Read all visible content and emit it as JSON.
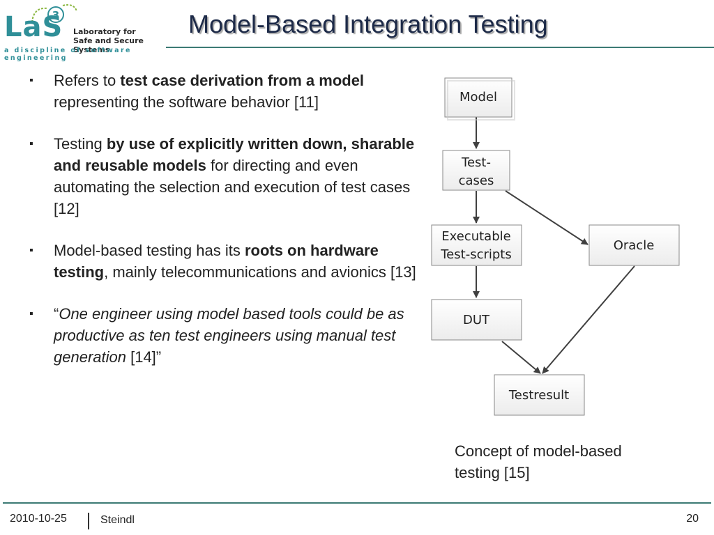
{
  "logo": {
    "las": "LaS",
    "superscript": "3",
    "lab_lines": [
      "Laboratory for",
      "Safe and Secure Systems"
    ],
    "tagline": "a discipline of software engineering"
  },
  "slide": {
    "title": "Model-Based Integration Testing"
  },
  "bullets": [
    {
      "segments": [
        {
          "text": "Refers to ",
          "style": "normal"
        },
        {
          "text": "test case derivation from a  model",
          "style": "bold"
        },
        {
          "text": " representing the software behavior [11]",
          "style": "normal"
        }
      ]
    },
    {
      "segments": [
        {
          "text": "Testing ",
          "style": "normal"
        },
        {
          "text": "by use of explicitly written down, sharable and reusable models",
          "style": "bold"
        },
        {
          "text": " for directing and even automating the selection and execution of test cases [12]",
          "style": "normal"
        }
      ]
    },
    {
      "segments": [
        {
          "text": "Model-based testing has its ",
          "style": "normal"
        },
        {
          "text": "roots on hardware testing",
          "style": "bold"
        },
        {
          "text": ", mainly telecommunications and avionics [13]",
          "style": "normal"
        }
      ]
    },
    {
      "segments": [
        {
          "text": "“",
          "style": "normal"
        },
        {
          "text": "One engineer using model based tools could be as productive as ten test engineers using manual test generation",
          "style": "italic"
        },
        {
          "text": " [14]”",
          "style": "normal"
        }
      ]
    }
  ],
  "diagram": {
    "nodes": {
      "model": "Model",
      "testcases": [
        "Test-",
        "cases"
      ],
      "scripts": [
        "Executable",
        "Test-scripts"
      ],
      "oracle": "Oracle",
      "dut": "DUT",
      "testresult": "Testresult"
    },
    "caption": "Concept of model-based testing [15]"
  },
  "footer": {
    "date": "2010-10-25",
    "author": "Steindl",
    "page": "20"
  },
  "colors": {
    "title": "#1d2a48",
    "accent_teal": "#2f8f98",
    "accent_green": "#8ab63f",
    "rule": "#3c7a74"
  }
}
